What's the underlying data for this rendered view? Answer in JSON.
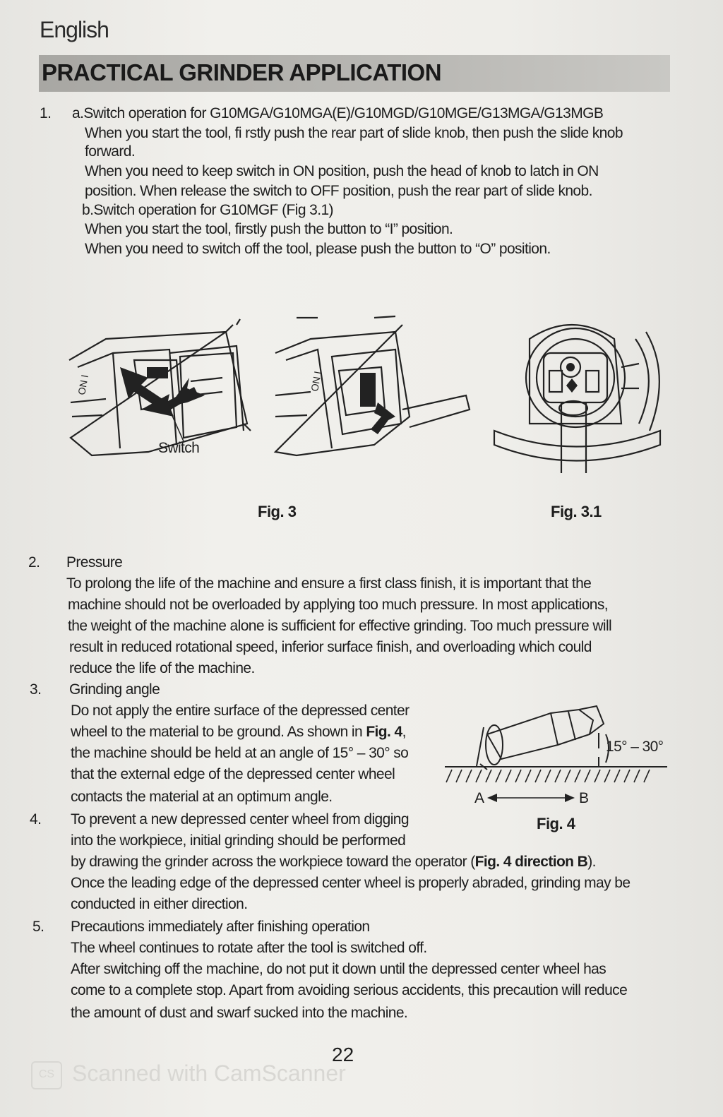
{
  "header": {
    "language": "English",
    "title": "PRACTICAL GRINDER APPLICATION"
  },
  "item1": {
    "number": "1.",
    "a_line1": "a.Switch operation for G10MGA/G10MGA(E)/G10MGD/G10MGE/G13MGA/G13MGB",
    "a_line2": "When you start the tool, fi rstly push the rear part of slide knob, then push the slide knob",
    "a_line3": "forward.",
    "a_line4": "When you need to keep switch in ON position, push the head of knob to latch in ON",
    "a_line5": "position. When release the switch to OFF position, push the rear part of slide knob.",
    "b_line1": "b.Switch operation for G10MGF (Fig 3.1)",
    "b_line2": "When you start the tool, firstly push the button to “I” position.",
    "b_line3": "When you need to switch off the tool, please push the button to “O” position."
  },
  "figures": {
    "switch_label": "Switch",
    "fig3": "Fig. 3",
    "fig31": "Fig. 3.1",
    "fig4": "Fig. 4",
    "angle": "15° – 30°",
    "dir_a": "A",
    "dir_b": "B"
  },
  "item2": {
    "number": "2.",
    "heading": "Pressure",
    "l1": "To prolong the life of the machine and ensure a first class finish, it is important that the",
    "l2": "machine should not be overloaded by applying too much pressure. In most applications,",
    "l3": "the weight of the machine alone is sufficient for effective grinding. Too much pressure will",
    "l4": "result in reduced rotational speed, inferior surface finish, and overloading which could",
    "l5": "reduce the life of the machine."
  },
  "item3": {
    "number": "3.",
    "heading": "Grinding angle",
    "l1": "Do not apply the entire surface of the depressed center",
    "l2a": "wheel to the material to be ground. As shown in ",
    "l2b": "Fig. 4",
    "l2c": ",",
    "l3": "the machine should be held at an angle of 15° – 30° so",
    "l4": "that the external edge of the depressed center wheel",
    "l5": "contacts the material at an optimum angle."
  },
  "item4": {
    "number": "4.",
    "l1": "To prevent a new depressed center wheel from digging",
    "l2": "into the workpiece, initial grinding should be performed",
    "l3a": "by drawing the grinder across the workpiece toward the operator (",
    "l3b": "Fig. 4 direction B",
    "l3c": ").",
    "l4": "Once the leading edge of the depressed center wheel is properly abraded, grinding may be",
    "l5": "conducted in either direction."
  },
  "item5": {
    "number": "5.",
    "heading": "Precautions immediately after finishing operation",
    "l1": "The wheel continues to rotate after the tool is switched off.",
    "l2": "After switching off the machine, do not put it down until the depressed center wheel has",
    "l3": "come to a complete stop. Apart from avoiding serious accidents, this precaution will reduce",
    "l4": "the amount of dust and swarf sucked into the machine."
  },
  "footer": {
    "page_number": "22",
    "watermark_icon": "CS",
    "watermark": "Scanned with CamScanner"
  }
}
